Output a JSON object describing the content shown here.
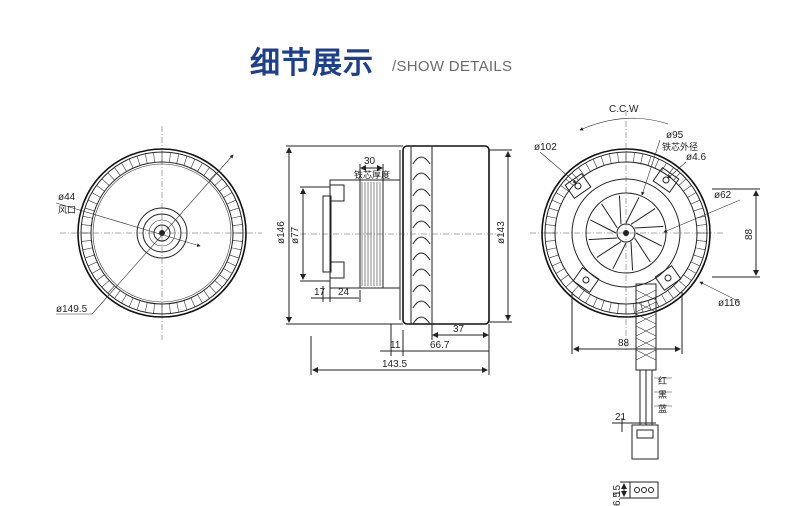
{
  "header": {
    "title_cn": "细节展示",
    "title_en": "/SHOW DETAILS"
  },
  "front_view": {
    "dia_outer": "ø149.5",
    "dia_inlet": "ø44",
    "inlet_label": "风口"
  },
  "side_view": {
    "dim_30": "30",
    "core_thickness": "铁芯厚度",
    "dia_146": "ø146",
    "dia_77": "ø77",
    "dia_143": "ø143",
    "dim_17": "17",
    "dim_24": "24",
    "dim_37": "37",
    "dim_11": "11",
    "dim_66_7": "66.7",
    "dim_143_5": "143.5"
  },
  "rear_view": {
    "rotation": "C.C.W",
    "dia_95": "ø95",
    "core_outer_dia": "铁芯外径",
    "dia_102": "ø102",
    "dia_4_6": "ø4.6",
    "dia_62": "ø62",
    "dim_88_v": "88",
    "dia_116": "ø116",
    "dim_88_h": "88",
    "wire_red": "红",
    "wire_black": "黑",
    "wire_blue": "蓝",
    "dim_21": "21",
    "dim_15": "15",
    "dim_6_5": "6.5"
  }
}
